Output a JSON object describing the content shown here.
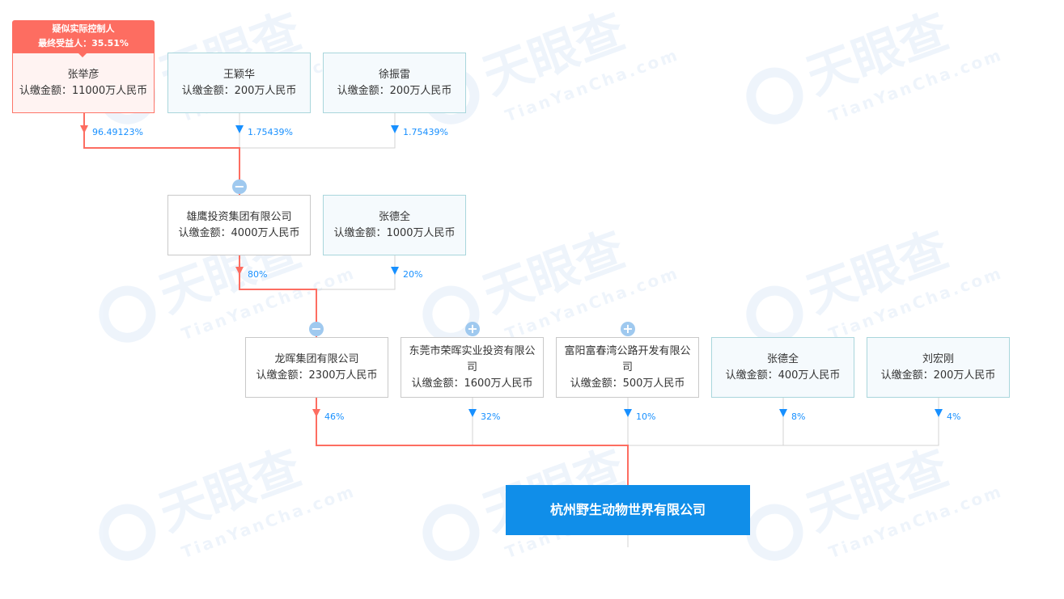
{
  "watermark": {
    "logo_text": "天眼查",
    "url_text": "TianYanCha.com"
  },
  "colors": {
    "controller_line": "#fd6d61",
    "normal_line": "#d3d3d3",
    "percent_text": "#1890ff",
    "target_fill": "#108ee9",
    "toggle_fill": "#9fc9ef"
  },
  "controller_tag": {
    "line1": "疑似实际控制人",
    "line2": "最终受益人：35.51%"
  },
  "nodes": {
    "zhang_juyan": {
      "name": "张举彦",
      "amount": "认缴金额：11000万人民币",
      "percent": "96.49123%"
    },
    "wang_yinghua": {
      "name": "王颖华",
      "amount": "认缴金额：200万人民币",
      "percent": "1.75439%"
    },
    "xu_zhenlei": {
      "name": "徐振雷",
      "amount": "认缴金额：200万人民币",
      "percent": "1.75439%"
    },
    "xiongying": {
      "name": "雄鹰投资集团有限公司",
      "amount": "认缴金额：4000万人民币",
      "percent": "80%"
    },
    "zhang_dequan_1": {
      "name": "张德全",
      "amount": "认缴金额：1000万人民币",
      "percent": "20%"
    },
    "longhui": {
      "name": "龙晖集团有限公司",
      "amount": "认缴金额：2300万人民币",
      "percent": "46%"
    },
    "ronghui": {
      "name": "东莞市荣晖实业投资有限公司",
      "amount": "认缴金额：1600万人民币",
      "percent": "32%"
    },
    "fuchun": {
      "name": "富阳富春湾公路开发有限公司",
      "amount": "认缴金额：500万人民币",
      "percent": "10%"
    },
    "zhang_dequan_2": {
      "name": "张德全",
      "amount": "认缴金额：400万人民币",
      "percent": "8%"
    },
    "liu_honggang": {
      "name": "刘宏刚",
      "amount": "认缴金额：200万人民币",
      "percent": "4%"
    }
  },
  "target": {
    "name": "杭州野生动物世界有限公司"
  },
  "toggles": {
    "collapse": "−",
    "expand": "+"
  }
}
